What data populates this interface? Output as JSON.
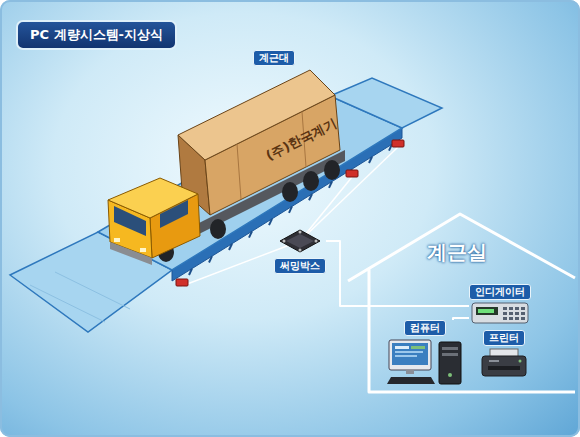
{
  "diagram": {
    "title": "PC 계량시스템-지상식",
    "nodes": [
      {
        "text": [
          "계근대"
        ]
      },
      {
        "text": [
          "써밍박스"
        ]
      },
      {
        "text": [
          "계근실"
        ]
      },
      {
        "text": [
          "인디게이터"
        ],
        "in": 2
      },
      {
        "text": [
          "컴퓨터"
        ],
        "in": 2
      },
      {
        "text": [
          "프린터"
        ],
        "in": 2
      }
    ],
    "edges": [
      {
        "from": 1,
        "to": 3,
        "arrow": "none"
      },
      {
        "from": 3,
        "to": 4,
        "arrow": "none"
      }
    ],
    "labels": [
      "(주)한국계기"
    ]
  }
}
